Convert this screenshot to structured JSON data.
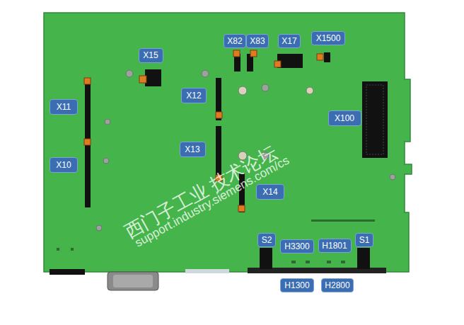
{
  "diagram": {
    "nodes": [
      {
        "text": [
          "X82"
        ]
      },
      {
        "text": [
          "X83"
        ]
      },
      {
        "text": [
          "X17"
        ]
      },
      {
        "text": [
          "X1500"
        ]
      },
      {
        "text": [
          "X15"
        ]
      },
      {
        "text": [
          "X12"
        ]
      },
      {
        "text": [
          "X11"
        ]
      },
      {
        "text": [
          "X100"
        ]
      },
      {
        "text": [
          "X13"
        ]
      },
      {
        "text": [
          "X10"
        ]
      },
      {
        "text": [
          "X14"
        ]
      },
      {
        "text": [
          "S2"
        ]
      },
      {
        "text": [
          "H3300"
        ]
      },
      {
        "text": [
          "H1801"
        ]
      },
      {
        "text": [
          "S1"
        ]
      },
      {
        "text": [
          "H1300"
        ]
      },
      {
        "text": [
          "H2800"
        ]
      }
    ],
    "labels": [
      "西门子工业 技术论坛",
      "support.industry.siemens.com/cs"
    ]
  }
}
